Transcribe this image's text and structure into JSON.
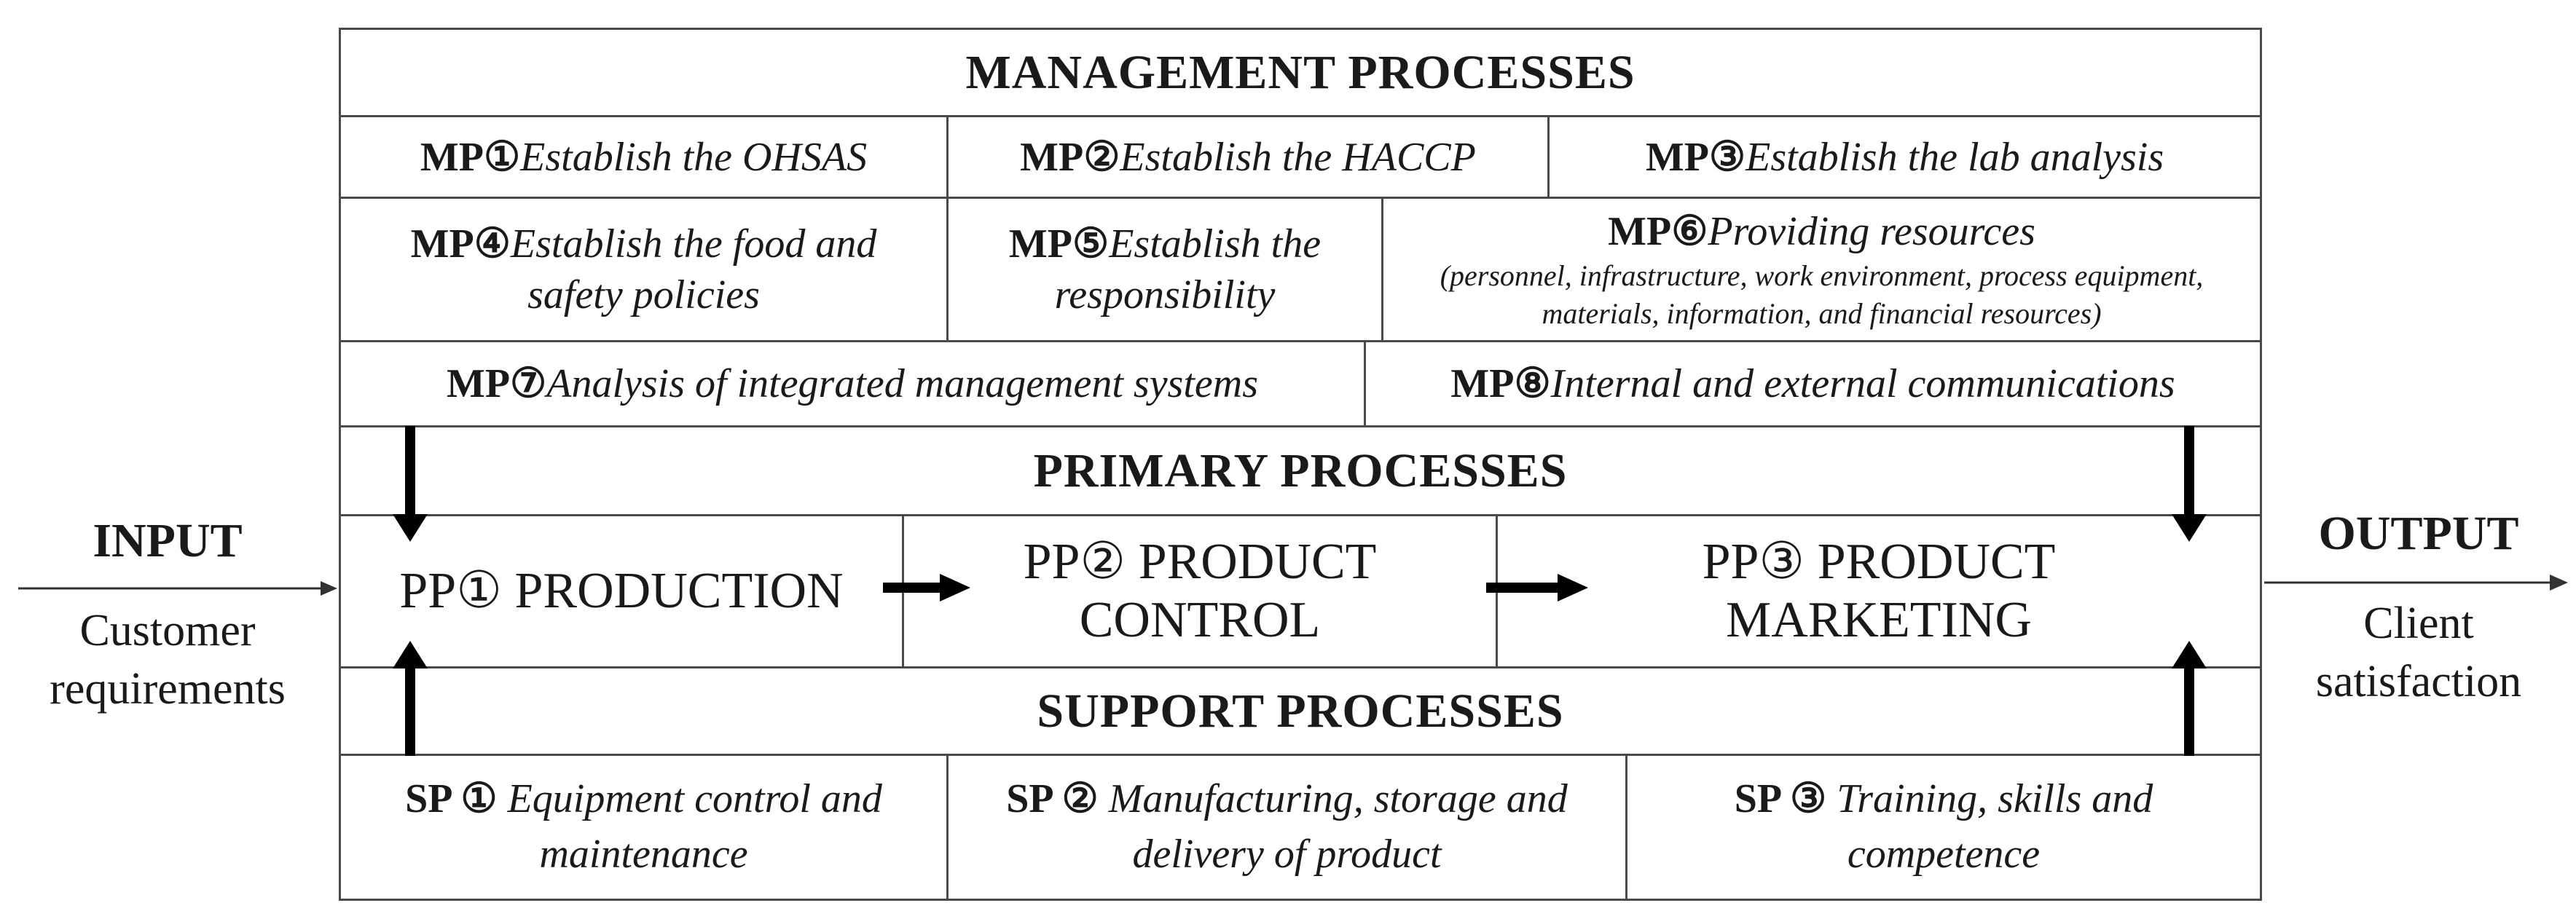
{
  "management": {
    "title": "MANAGEMENT PROCESSES",
    "mp1": {
      "code": "MP①",
      "text": "Establish the OHSAS"
    },
    "mp2": {
      "code": "MP②",
      "text": "Establish the HACCP"
    },
    "mp3": {
      "code": "MP③",
      "text": "Establish the lab analysis"
    },
    "mp4": {
      "code": "MP④",
      "text": "Establish the food and safety policies"
    },
    "mp5": {
      "code": "MP⑤",
      "text": "Establish the responsibility"
    },
    "mp6": {
      "code": "MP⑥",
      "text": "Providing resources",
      "detail": "(personnel, infrastructure, work environment, process equipment, materials, information, and financial resources)"
    },
    "mp7": {
      "code": "MP⑦",
      "text": "Analysis of integrated management systems"
    },
    "mp8": {
      "code": "MP⑧",
      "text": "Internal and external communications"
    }
  },
  "primary": {
    "title": "PRIMARY PROCESSES",
    "pp1": {
      "code": "PP①",
      "text": "PRODUCTION"
    },
    "pp2": {
      "code": "PP②",
      "line1": "PRODUCT",
      "line2": "CONTROL"
    },
    "pp3": {
      "code": "PP③",
      "line1": "PRODUCT",
      "line2": "MARKETING"
    }
  },
  "support": {
    "title": "SUPPORT PROCESSES",
    "sp1": {
      "code": "SP ①",
      "text": "Equipment control and maintenance"
    },
    "sp2": {
      "code": "SP ②",
      "text": "Manufacturing, storage and delivery of product"
    },
    "sp3": {
      "code": "SP ③",
      "text": "Training, skills and competence"
    }
  },
  "input": {
    "title": "INPUT",
    "line1": "Customer",
    "line2": "requirements"
  },
  "output": {
    "title": "OUTPUT",
    "line1": "Client",
    "line2": "satisfaction"
  }
}
